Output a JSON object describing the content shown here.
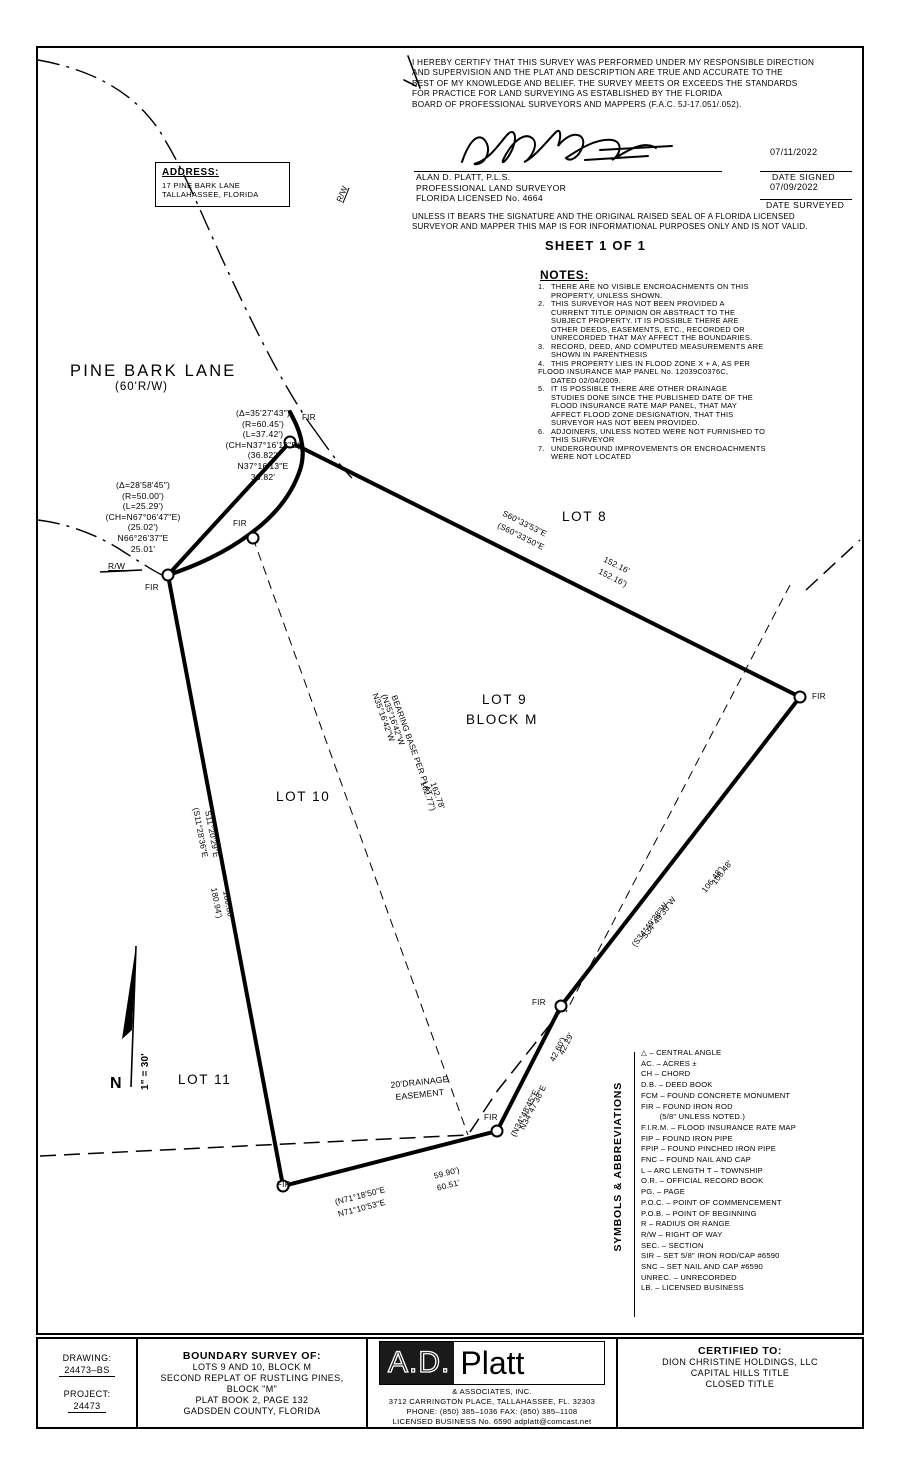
{
  "certification": {
    "lines": [
      "I HEREBY CERTIFY THAT THIS SURVEY WAS PERFORMED UNDER MY RESPONSIBLE DIRECTION",
      "AND SUPERVISION AND THE PLAT AND DESCRIPTION ARE TRUE AND ACCURATE TO THE",
      "BEST OF MY KNOWLEDGE AND BELIEF. THE SURVEY MEETS OR EXCEEDS THE STANDARDS",
      "FOR PRACTICE FOR LAND SURVEYING AS ESTABLISHED BY THE FLORIDA",
      "BOARD OF PROFESSIONAL SURVEYORS AND MAPPERS (F.A.C. 5J-17.051/.052)."
    ],
    "surveyor_name": "ALAN D. PLATT, P.L.S.",
    "surveyor_title": "PROFESSIONAL LAND SURVEYOR",
    "license": "FLORIDA LICENSED   No. 4664",
    "date_signed": "07/11/2022",
    "date_signed_label": "DATE SIGNED",
    "date_surveyed": "07/09/2022",
    "date_surveyed_label": "DATE SURVEYED",
    "disclaimer_1": "UNLESS IT BEARS THE SIGNATURE AND THE ORIGINAL RAISED SEAL OF A FLORIDA LICENSED",
    "disclaimer_2": "SURVEYOR AND MAPPER THIS MAP IS FOR INFORMATIONAL PURPOSES ONLY AND IS NOT VALID.",
    "sheet": "SHEET 1 OF 1"
  },
  "notes": {
    "title": "NOTES:",
    "items": [
      {
        "num": "1.",
        "lines": [
          "THERE ARE NO VISIBLE ENCROACHMENTS ON THIS",
          "PROPERTY, UNLESS SHOWN."
        ]
      },
      {
        "num": "2.",
        "lines": [
          "THIS SURVEYOR HAS NOT BEEN PROVIDED A",
          "CURRENT TITLE OPINION OR ABSTRACT TO THE",
          "SUBJECT PROPERTY. IT IS POSSIBLE THERE ARE",
          "OTHER DEEDS, EASEMENTS, ETC., RECORDED OR",
          "UNRECORDED THAT MAY AFFECT THE BOUNDARIES."
        ]
      },
      {
        "num": "3.",
        "lines": [
          "RECORD, DEED, AND COMPUTED MEASUREMENTS ARE",
          "SHOWN IN PARENTHESIS"
        ]
      },
      {
        "num": "4.",
        "lines": [
          "THIS PROPERTY LIES IN FLOOD ZONE X + A, AS PER",
          "FLOOD INSURANCE MAP PANEL No. 12039C0376C,",
          "DATED 02/04/2009."
        ]
      },
      {
        "num": "5.",
        "lines": [
          "IT IS POSSIBLE THERE ARE OTHER DRAINAGE",
          "STUDIES DONE SINCE THE PUBLISHED DATE OF THE",
          "FLOOD INSURANCE RATE MAP PANEL, THAT MAY",
          "AFFECT FLOOD ZONE DESIGNATION, THAT THIS",
          "SURVEYOR HAS NOT BEEN PROVIDED."
        ]
      },
      {
        "num": "6.",
        "lines": [
          "ADJOINERS, UNLESS NOTED WERE NOT FURNISHED TO",
          "THIS SURVEYOR"
        ]
      },
      {
        "num": "7.",
        "lines": [
          "UNDERGROUND IMPROVEMENTS OR ENCROACHMENTS",
          "WERE NOT LOCATED"
        ]
      }
    ]
  },
  "address_box": {
    "title": "ADDRESS:",
    "line1": "17 PINE BARK LANE",
    "line2": "TALLAHASSEE, FLORIDA"
  },
  "drawing": {
    "street_name": "PINE BARK LANE",
    "street_row": "(60'R/W)",
    "rw_label": "R/W",
    "fir_label": "FIR",
    "north_label": "N",
    "scale_label": "1\" = 30'",
    "lot8": "LOT 8",
    "lot9": "LOT 9",
    "block_m": "BLOCK M",
    "lot10": "LOT 10",
    "lot11": "LOT 11",
    "easement_l1": "20'DRAINAGE",
    "easement_l2": "EASEMENT",
    "curve_north": [
      "(Δ=35'27'43\")",
      "(R=60.45')",
      "(L=37.42')",
      "(CH=N37°16'13\"E)",
      "(36.82')",
      "N37°16'13\"E",
      "36.82'"
    ],
    "curve_west": [
      "(Δ=28'58'45\")",
      "(R=50.00')",
      "(L=25.29')",
      "(CH=N67°06'47\"E)",
      "(25.02')",
      "N66°26'37\"E",
      "25.01'"
    ],
    "bearings": {
      "lot8_line_meas": "S60°33'53\"E",
      "lot8_line_rec": "(S60°33'50\"E",
      "lot8_dist_meas": "152.16'",
      "lot8_dist_rec": "152.16')",
      "west_meas": "S11°20'29\"E",
      "west_rec": "(S11°28'36\"E",
      "west_dist_meas": "180.66'",
      "west_dist_rec": "180.94')",
      "east_meas": "S34°49'35\"W",
      "east_rec": "(S34°49'38\"W",
      "east_dist_meas": "106.48'",
      "east_dist_rec": "106.48')",
      "se_meas": "N34°47'38\"E",
      "se_rec": "(N34°48'45\"E",
      "se_dist_meas": "42.29'",
      "se_dist_rec": "42.60')",
      "south_meas": "N71°10'53\"E",
      "south_rec": "(N71°18'50\"E",
      "south_dist_meas": "60.51'",
      "south_dist_rec": "59.90')",
      "base_l1": "BEARING BASE PER PLAT",
      "base_rec": "(N35°16'42\"W",
      "base_meas": "N35°16'42\"W",
      "base_dist_meas": "162.78'",
      "base_dist_rec": "162.77')"
    }
  },
  "legend": {
    "side_title": "SYMBOLS & ABBREVIATIONS",
    "entries": [
      "△ –  CENTRAL   ANGLE",
      "AC. –  ACRES ±",
      "CH –  CHORD",
      "D.B. –  DEED BOOK",
      "FCM –  FOUND CONCRETE MONUMENT",
      "FIR –  FOUND IRON ROD",
      "        (5/8\" UNLESS NOTED.)",
      "F.I.R.M. –  FLOOD INSURANCE RATE MAP",
      "FIP –  FOUND IRON PIPE",
      "FPIP –  FOUND PINCHED IRON PIPE",
      "FNC –  FOUND NAIL AND CAP",
      "L –  ARC LENGTH       T –  TOWNSHIP",
      "O.R. –  OFFICIAL RECORD BOOK",
      "PG.  –  PAGE",
      "P.O.C. –  POINT OF COMMENCEMENT",
      "P.O.B. –  POINT OF BEGINNING",
      "R –  RADIUS OR RANGE",
      "R/W –  RIGHT OF WAY",
      "SEC. –  SECTION",
      "SIR –  SET 5/8\" IRON ROD/CAP #6590",
      "SNC –  SET NAIL AND CAP #6590",
      "UNREC. –  UNRECORDED",
      "LB. –  LICENSED BUSINESS"
    ]
  },
  "titleblock": {
    "drawing_label": "DRAWING:",
    "drawing_value": "24473–BS",
    "project_label": "PROJECT:",
    "project_value": "24473",
    "survey_title": "BOUNDARY SURVEY OF:",
    "survey_lines": [
      "LOTS 9 AND 10, BLOCK M",
      "SECOND REPLAT OF RUSTLING PINES,",
      "BLOCK \"M\"",
      "PLAT BOOK 2, PAGE 132",
      "GADSDEN COUNTY, FLORIDA"
    ],
    "logo_ad": "A.D.",
    "logo_platt": "Platt",
    "company_sub": "& ASSOCIATES, INC.",
    "company_addr": "3712 CARRINGTON PLACE, TALLAHASSEE, FL. 32303",
    "company_phone": "PHONE: (850) 385–1036      FAX: (850) 385–1108",
    "company_lb": "LICENSED BUSINESS No. 6590     adplatt@comcast.net",
    "certified_title": "CERTIFIED TO:",
    "certified_lines": [
      "DION CHRISTINE HOLDINGS, LLC",
      "CAPITAL HILLS TITLE",
      "CLOSED TITLE"
    ]
  }
}
